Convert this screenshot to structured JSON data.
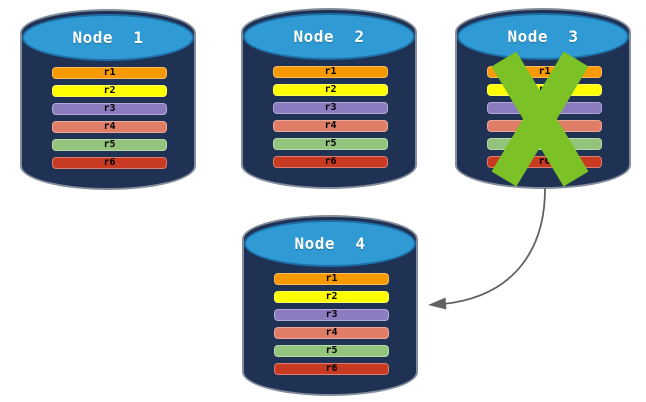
{
  "background": "#FFFFFF",
  "colors": {
    "cylinder_body": "#1F3254",
    "cylinder_body_outline": "#969EA8",
    "cylinder_top": "#2F9AD3",
    "cylinder_top_outline": "#1E6FA8",
    "node_label_text": "#FFFFFF",
    "bar_label_text": "#000000",
    "x_mark": "#7CC227",
    "arrow": "#616161"
  },
  "nodes": [
    {
      "label": "Node  1",
      "failed": false
    },
    {
      "label": "Node  2",
      "failed": false
    },
    {
      "label": "Node  3",
      "failed": true
    },
    {
      "label": "Node  4",
      "failed": false
    }
  ],
  "rows": [
    {
      "label": "r1",
      "color": "#F79900"
    },
    {
      "label": "r2",
      "color": "#FFFF00"
    },
    {
      "label": "r3",
      "color": "#8B7CC0"
    },
    {
      "label": "r4",
      "color": "#DF7D66"
    },
    {
      "label": "r5",
      "color": "#93C47D"
    },
    {
      "label": "r6",
      "color": "#C93A22"
    }
  ],
  "icons": {
    "failure": "x-mark-icon",
    "transfer": "curved-arrow-icon"
  }
}
